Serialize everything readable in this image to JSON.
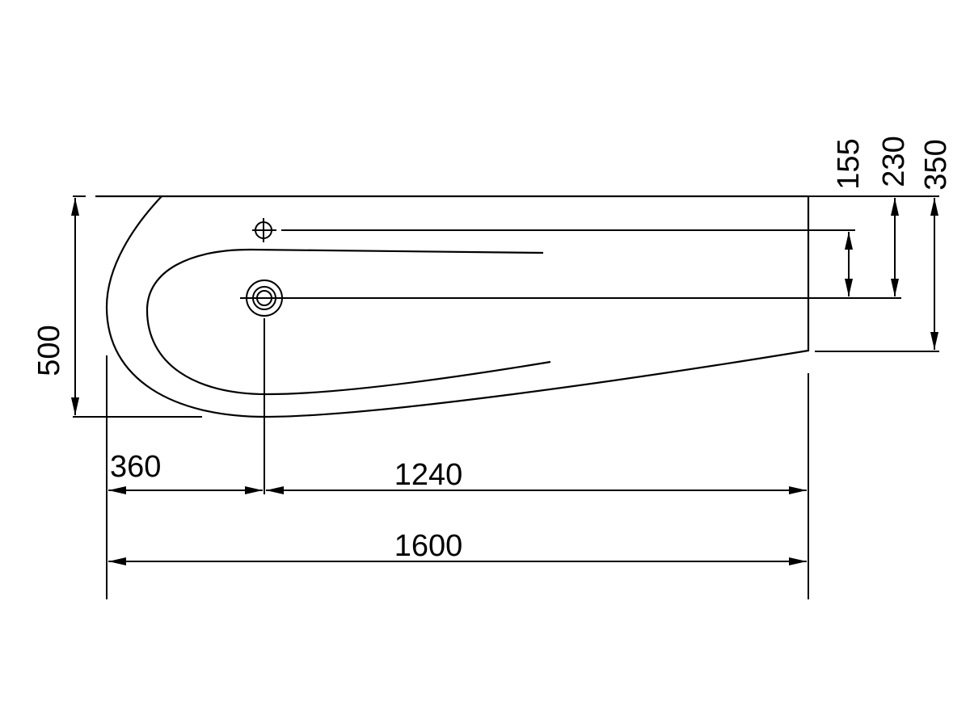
{
  "drawing": {
    "stroke_color": "#000000",
    "background": "#ffffff",
    "dimensions": {
      "overall_length": "1600",
      "left_to_waste": "360",
      "waste_to_right": "1240",
      "overall_depth": "500",
      "tap_to_waste": "155",
      "back_to_waste": "230",
      "back_to_front_right": "350"
    }
  }
}
